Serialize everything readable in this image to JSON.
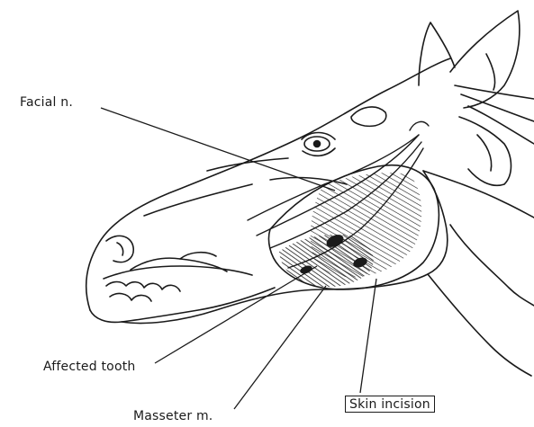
{
  "labels": {
    "facial_nerve": "Facial n.",
    "affected_tooth": "Affected tooth",
    "masseter_muscle": "Masseter m.",
    "skin_incision": "Skin incision"
  },
  "colors": {
    "ink": "#1a1a1a",
    "paper": "#ffffff"
  }
}
